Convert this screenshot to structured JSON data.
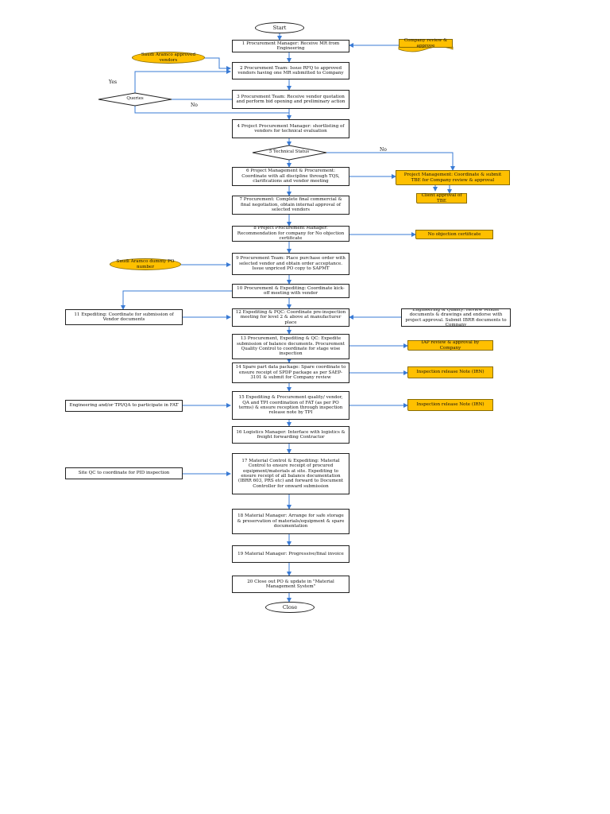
{
  "terminals": {
    "start": "Start",
    "close": "Close"
  },
  "steps": [
    "1 Procurement Manager: Receive MR from Engineering",
    "2 Procurement Team: Issue RFQ to approved vendors having one MR submitted to Company",
    "3 Procurement Team: Receive vendor quotation and perform bid opening and preliminary action",
    "4 Project Procurement Manager: shortlisting of vendors for technical evaluation",
    "6 Project Management & Procurement: Coordinate with all discipline through TQS, clarifications and vendor meeting",
    "7 Procurement: Complete final commercial & final negotiation, obtain internal approval of selected vendors",
    "8 Project Procurement Manager: Recommendation for company for No objection certificate",
    "9 Procurement Team: Place purchase order with selected vendor and obtain order acceptance. Issue unpriced PO copy to SAPMT",
    "10 Procurement & Expediting: Coordinate kick-off meeting with vendor",
    "12 Expediting & PQC: Coordinate pre-inspection meeting for level 2 & above at manufacturer place",
    "13 Procurement, Expediting & QC: Expedite submission of balance documents. Procurement Quality Control to coordinate for stage wise inspection",
    "14 Spare part data package: Spare coordinate to ensure receipt of SPDP package as per SAEP-3101 & submit for Company review",
    "15 Expediting & Procurement quality/ vendor, QA and TPI coordination of FAT (as per PO terms) & ensure reception through inspection release note by TPI",
    "16 Logistics Manager: Interface with logistics & freight forwarding Contractor",
    "17 Material Control & Expediting: Material Control to ensure receipt of procured equipment/materials at site. Expediting to ensure receipt of all balance documentation (IBRR 603, PRS etc) and forward to Document Controller for onward submission",
    "18 Material Manager: Arrange for safe storage & preservation of materials/equipment & spare documentation",
    "19 Material Manager: Progressive/final invoice",
    "20 Close out PO & update in \"Material Management System\""
  ],
  "decisions": {
    "queries": "Queries",
    "technical_status": "5 Technical Status"
  },
  "labels": {
    "yes": "Yes",
    "no_queries": "No",
    "no_technical": "No"
  },
  "left_inputs": {
    "approved_vendors": "Saudi Aramco approved vendors",
    "po_number": "Saudi Aramco dummy PO number"
  },
  "left_boxes": {
    "step11": "11 Expediting: Coordinate for submission of Vendor documents",
    "fat_engineering": "Engineering and/or TPI/QA to participate in FAT",
    "site_qc": "Site QC to coordinate for PID inspection"
  },
  "right_docs": {
    "company_review": "Company review & approve",
    "tbe": "Project Management: Coordinate & submit TBE for Company review & approval",
    "client_approval": "Client approval of TBE",
    "no_objection": "No objection certificate",
    "eng_quality": "Engineering & Quality: Review vendor documents & drawings and endorse with project approval. Submit IBRR documents to Company",
    "iap": "IAP review & approval by Company",
    "irn1": "Inspection release Note (IRN)",
    "irn2": "Inspection release Note (IRN)"
  },
  "colors": {
    "accent_fill": "#ffc000",
    "connector": "#3a7bd5",
    "border": "#222222"
  }
}
